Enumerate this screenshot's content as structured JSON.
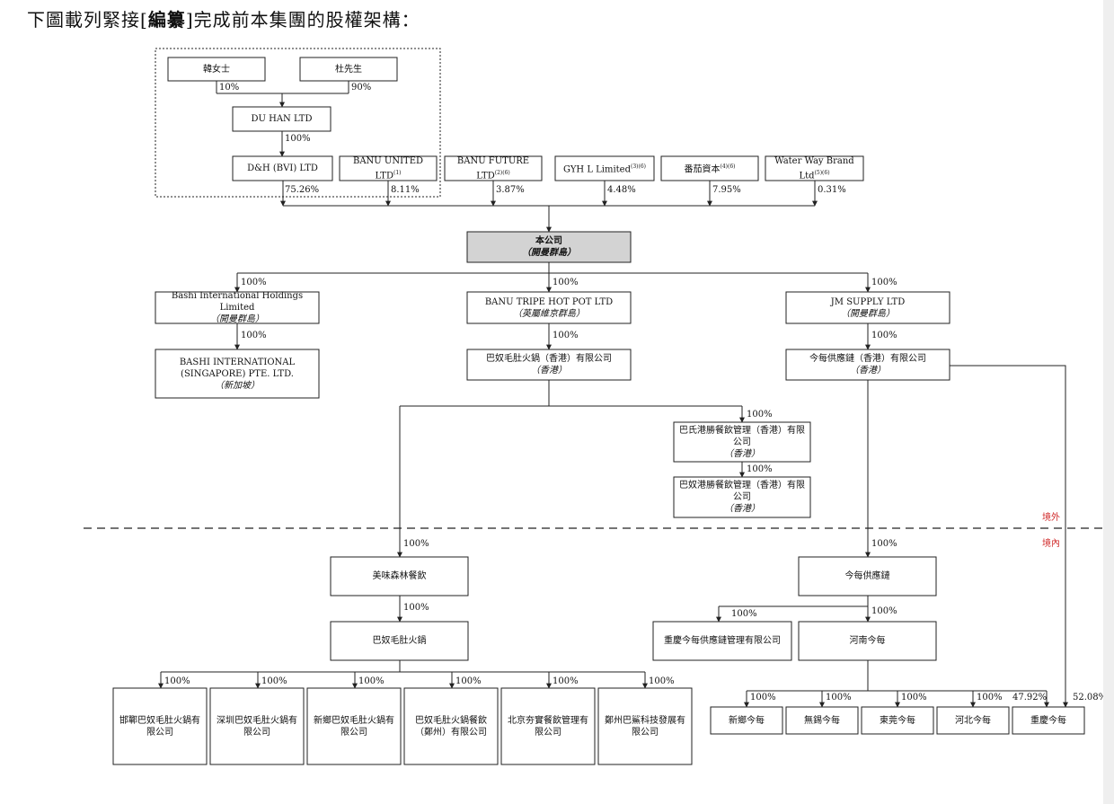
{
  "heading": {
    "prefix": "下圖載列緊接[",
    "bold": "編纂",
    "suffix": "]完成前本集團的股權架構："
  },
  "colors": {
    "line": "#222222",
    "company_fill": "#d3d3d3",
    "region_label": "#d02a2a"
  },
  "regions": {
    "offshore": "境外",
    "onshore": "境內"
  },
  "entities": [
    {
      "id": "han",
      "title": "韓女士"
    },
    {
      "id": "du",
      "title": "杜先生"
    },
    {
      "id": "duhan",
      "title": "DU HAN LTD"
    },
    {
      "id": "dh",
      "title": "D&H (BVI) LTD"
    },
    {
      "id": "banuunited",
      "title": "BANU UNITED LTD",
      "note": "(1)"
    },
    {
      "id": "banufuture",
      "title": "BANU FUTURE LTD",
      "note": "(2)(6)"
    },
    {
      "id": "gyhl",
      "title": "GYH L Limited",
      "note": "(3)(6)"
    },
    {
      "id": "fanqie",
      "title": "番茄資本",
      "note": "(4)(6)"
    },
    {
      "id": "waterway",
      "title": "Water Way Brand Ltd",
      "note": "(5)(6)"
    },
    {
      "id": "company",
      "title": "本公司",
      "sub": "（開曼群島）"
    },
    {
      "id": "bashiintl",
      "title": "Bashi International Holdings Limited",
      "sub": "（開曼群島）"
    },
    {
      "id": "banutripe",
      "title": "BANU TRIPE HOT POT LTD",
      "sub": "（英屬維京群島）"
    },
    {
      "id": "jmsupply",
      "title": "JM SUPPLY LTD",
      "sub": "（開曼群島）"
    },
    {
      "id": "bashisg",
      "title": "BASHI INTERNATIONAL (SINGAPORE) PTE. LTD.",
      "sub": "（新加坡）"
    },
    {
      "id": "banuhk",
      "title": "巴奴毛肚火鍋（香港）有限公司",
      "sub": "（香港）"
    },
    {
      "id": "jinmeihk",
      "title": "今每供應鏈（香港）有限公司",
      "sub": "（香港）"
    },
    {
      "id": "bashigangsheng",
      "title": "巴氏港勝餐飲管理（香港）有限公司",
      "sub": "（香港）"
    },
    {
      "id": "banugangsheng",
      "title": "巴奴港勝餐飲管理（香港）有限公司",
      "sub": "（香港）"
    },
    {
      "id": "meiwei",
      "title": "美味森林餐飲"
    },
    {
      "id": "jinmei",
      "title": "今每供應鏈"
    },
    {
      "id": "banuhotpot",
      "title": "巴奴毛肚火鍋"
    },
    {
      "id": "chongqingsc",
      "title": "重慶今每供應鏈管理有限公司"
    },
    {
      "id": "henan",
      "title": "河南今每"
    },
    {
      "id": "handan",
      "title": "邯鄲巴奴毛肚火鍋有限公司"
    },
    {
      "id": "shenzhen",
      "title": "深圳巴奴毛肚火鍋有限公司"
    },
    {
      "id": "xinxiangbanu",
      "title": "新鄉巴奴毛肚火鍋有限公司"
    },
    {
      "id": "zhengzhou",
      "title": "巴奴毛肚火鍋餐飲（鄭州）有限公司"
    },
    {
      "id": "beijing",
      "title": "北京夯實餐飲管理有限公司"
    },
    {
      "id": "zhengzhoubashi",
      "title": "鄭州巴鯊科技發展有限公司"
    },
    {
      "id": "xinxiangjm",
      "title": "新鄉今每"
    },
    {
      "id": "wuxi",
      "title": "無錫今每"
    },
    {
      "id": "dongguan",
      "title": "東莞今每"
    },
    {
      "id": "hebei",
      "title": "河北今每"
    },
    {
      "id": "chongqingjm",
      "title": "重慶今每"
    }
  ],
  "holdings": [
    {
      "from": "han",
      "to": "duhan",
      "percent": "10%"
    },
    {
      "from": "du",
      "to": "duhan",
      "percent": "90%"
    },
    {
      "from": "duhan",
      "to": "dh",
      "percent": "100%"
    },
    {
      "from": "dh",
      "to": "company",
      "percent": "75.26%"
    },
    {
      "from": "banuunited",
      "to": "company",
      "percent": "8.11%"
    },
    {
      "from": "banufuture",
      "to": "company",
      "percent": "3.87%"
    },
    {
      "from": "gyhl",
      "to": "company",
      "percent": "4.48%"
    },
    {
      "from": "fanqie",
      "to": "company",
      "percent": "7.95%"
    },
    {
      "from": "waterway",
      "to": "company",
      "percent": "0.31%"
    },
    {
      "from": "company",
      "to": "bashiintl",
      "percent": "100%"
    },
    {
      "from": "company",
      "to": "banutripe",
      "percent": "100%"
    },
    {
      "from": "company",
      "to": "jmsupply",
      "percent": "100%"
    },
    {
      "from": "bashiintl",
      "to": "bashisg",
      "percent": "100%"
    },
    {
      "from": "banutripe",
      "to": "banuhk",
      "percent": "100%"
    },
    {
      "from": "jmsupply",
      "to": "jinmeihk",
      "percent": "100%"
    },
    {
      "from": "banuhk",
      "to": "bashigangsheng",
      "percent": "100%"
    },
    {
      "from": "bashigangsheng",
      "to": "banugangsheng",
      "percent": "100%"
    },
    {
      "from": "banuhk",
      "to": "meiwei",
      "percent": "100%"
    },
    {
      "from": "jinmeihk",
      "to": "jinmei",
      "percent": "100%"
    },
    {
      "from": "meiwei",
      "to": "banuhotpot",
      "percent": "100%"
    },
    {
      "from": "jinmei",
      "to": "chongqingsc",
      "percent": "100%"
    },
    {
      "from": "jinmei",
      "to": "henan",
      "percent": "100%"
    },
    {
      "from": "banuhotpot",
      "to": "handan",
      "percent": "100%"
    },
    {
      "from": "banuhotpot",
      "to": "shenzhen",
      "percent": "100%"
    },
    {
      "from": "banuhotpot",
      "to": "xinxiangbanu",
      "percent": "100%"
    },
    {
      "from": "banuhotpot",
      "to": "zhengzhou",
      "percent": "100%"
    },
    {
      "from": "banuhotpot",
      "to": "beijing",
      "percent": "100%"
    },
    {
      "from": "banuhotpot",
      "to": "zhengzhoubashi",
      "percent": "100%"
    },
    {
      "from": "henan",
      "to": "xinxiangjm",
      "percent": "100%"
    },
    {
      "from": "henan",
      "to": "wuxi",
      "percent": "100%"
    },
    {
      "from": "henan",
      "to": "dongguan",
      "percent": "100%"
    },
    {
      "from": "henan",
      "to": "hebei",
      "percent": "100%"
    },
    {
      "from": "henan",
      "to": "chongqingjm",
      "percent": "47.92%"
    },
    {
      "from": "jinmeihk",
      "to": "chongqingjm",
      "percent": "52.08%"
    }
  ]
}
